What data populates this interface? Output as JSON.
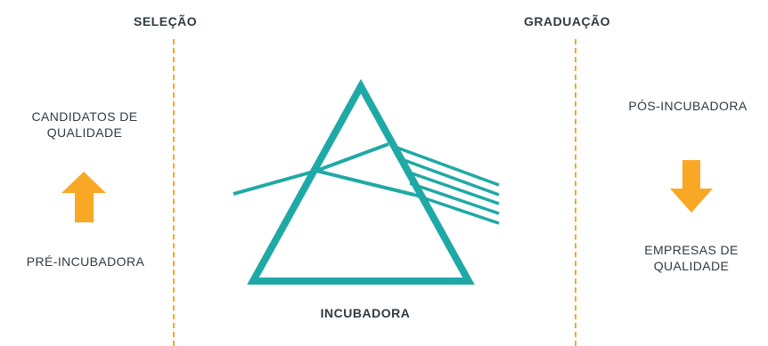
{
  "headings": {
    "selecao": "SELEÇÃO",
    "graduacao": "GRADUAÇÃO"
  },
  "left": {
    "top_label": "CANDIDATOS DE\nQUALIDADE",
    "bottom_label": "PRÉ-INCUBADORA",
    "arrow": "arrow-up-icon"
  },
  "right": {
    "top_label": "PÓS-INCUBADORA",
    "bottom_label": "EMPRESAS DE\nQUALIDADE",
    "arrow": "arrow-down-icon"
  },
  "center": {
    "label": "INCUBADORA",
    "icon": "prism-icon"
  },
  "colors": {
    "accent_orange": "#f9a825",
    "divider_orange": "#f4a82a",
    "prism_teal": "#1fa9a6",
    "text_dark": "#2e3a42"
  }
}
